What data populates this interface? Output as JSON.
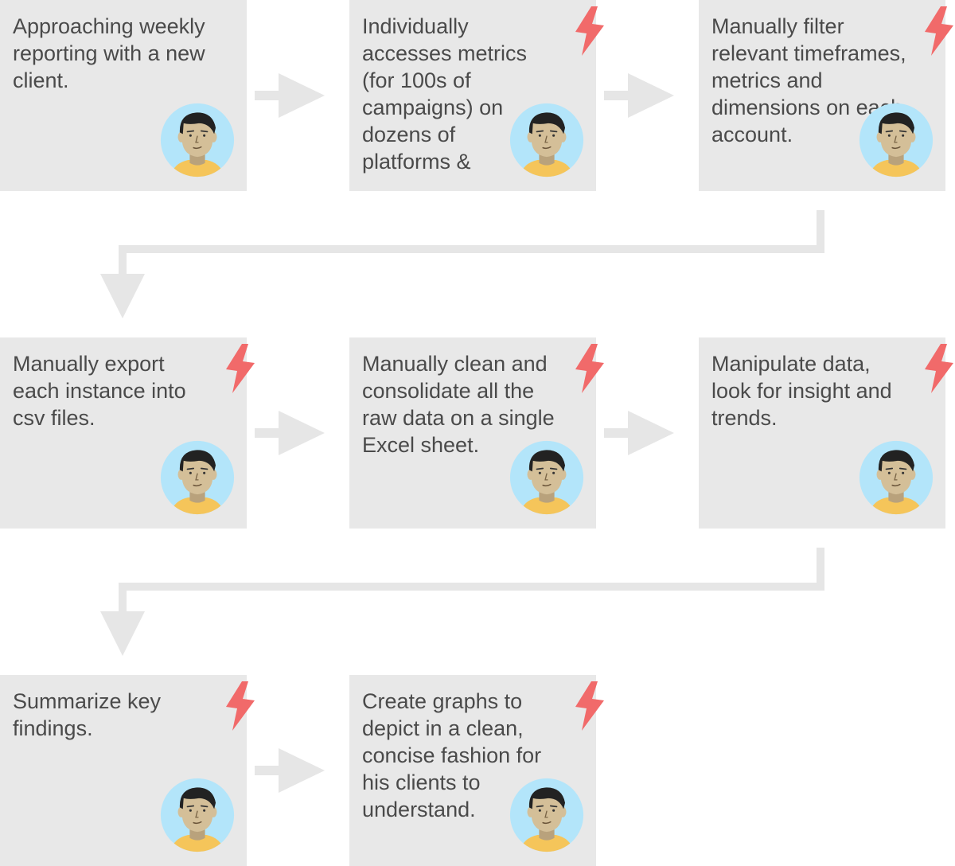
{
  "colors": {
    "box": "#e8e8e8",
    "text": "#4a4a4a",
    "arrow": "#e6e6e6",
    "pain": "#f16a6a",
    "avatar_bg": "#b3e5fa",
    "skin": "#d4bf98",
    "hair": "#222222",
    "shirt": "#f5c55a"
  },
  "steps": [
    {
      "text": "Approaching weekly\nreporting with a new\nclient.",
      "pain_point": false,
      "avatar": "user-avatar-icon"
    },
    {
      "text": "Individually\naccesses  metrics\n(for 100s of\ncampaigns) on\ndozens of\nplatforms &",
      "pain_point": true,
      "avatar": "user-avatar-icon"
    },
    {
      "text": "Manually filter\nrelevant timeframes,\nmetrics and\ndimensions on each\naccount.",
      "pain_point": true,
      "avatar": "user-avatar-icon"
    },
    {
      "text": "Manually export\neach instance into\ncsv files.",
      "pain_point": true,
      "avatar": "user-avatar-icon"
    },
    {
      "text": "Manually clean and\nconsolidate all the\nraw data on a single\nExcel sheet.",
      "pain_point": true,
      "avatar": "user-avatar-icon"
    },
    {
      "text": "Manipulate data,\nlook for insight and\ntrends.",
      "pain_point": true,
      "avatar": "user-avatar-icon"
    },
    {
      "text": "Summarize key\nfindings.",
      "pain_point": true,
      "avatar": "user-avatar-icon"
    },
    {
      "text": "Create graphs to\ndepict in a clean,\nconcise fashion for\nhis clients to\nunderstand.",
      "pain_point": true,
      "avatar": "user-avatar-icon"
    }
  ],
  "icons": {
    "pain": "lightning-bolt-icon",
    "flow": "right-arrow-icon",
    "wrap": "row-connector-arrow"
  }
}
